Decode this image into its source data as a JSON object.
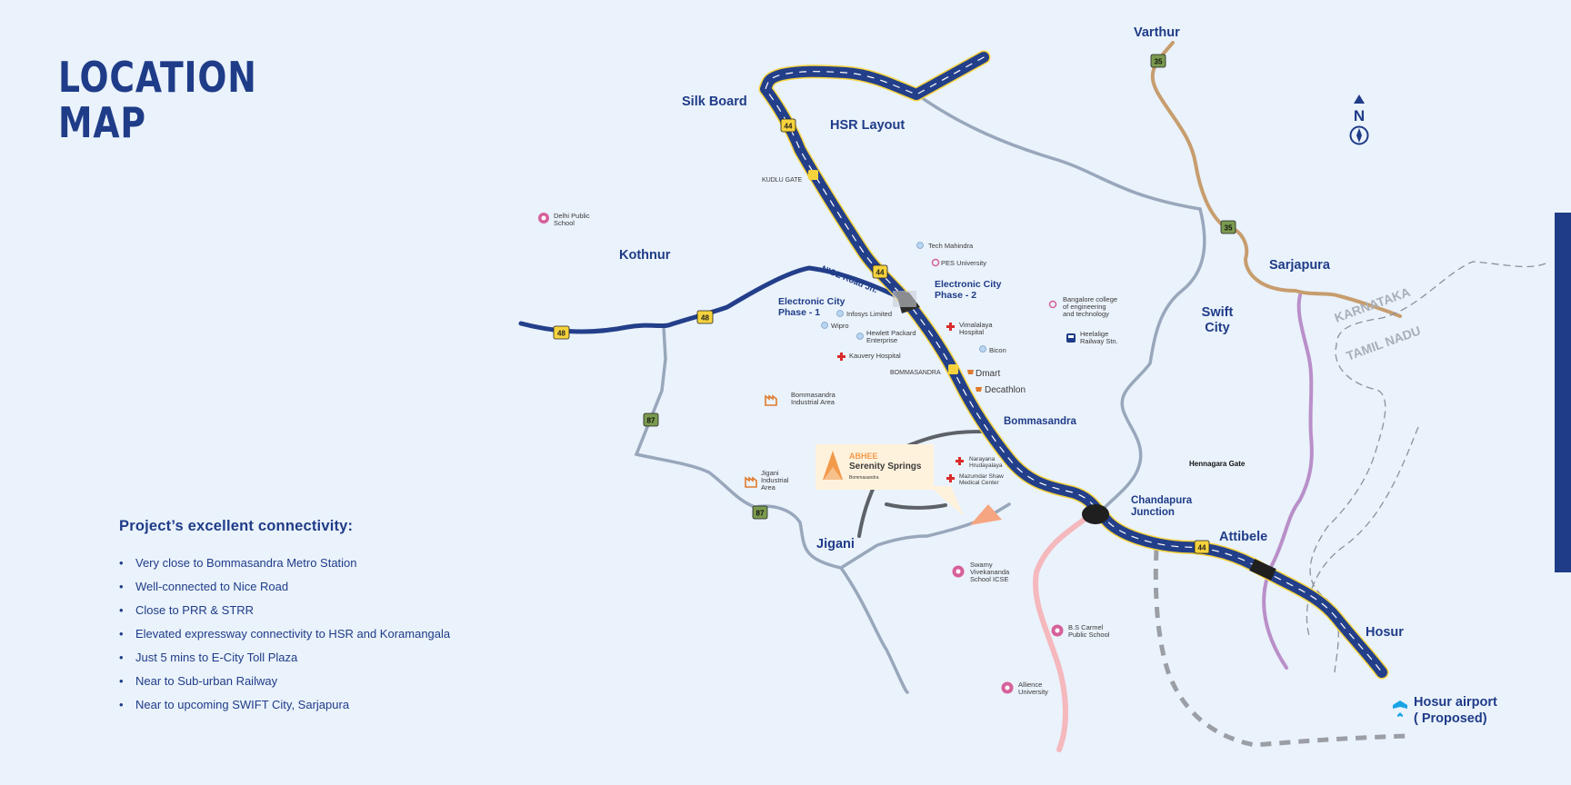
{
  "title": {
    "line1": "LOCATION",
    "line2": "MAP"
  },
  "connectivity": {
    "heading": "Project’s excellent connectivity:",
    "items": [
      "Very close to Bommasandra Metro Station",
      "Well-connected to Nice Road",
      "Close to PRR & STRR",
      "Elevated expressway connectivity to HSR and Koramangala",
      "Just 5 mins to E-City Toll Plaza",
      "Near to Sub-urban Railway",
      "Near to upcoming SWIFT City, Sarjapura"
    ]
  },
  "compass": {
    "label": "N"
  },
  "places": {
    "varthur": "Varthur",
    "silk_board": "Silk Board",
    "hsr": "HSR Layout",
    "kothnur": "Kothnur",
    "ec1_a": "Electronic City",
    "ec1_b": "Phase - 1",
    "ec2_a": "Electronic City",
    "ec2_b": "Phase - 2",
    "sarjapura": "Sarjapura",
    "swift_a": "Swift",
    "swift_b": "City",
    "karnataka": "KARNATAKA",
    "tamilnadu": "TAMIL NADU",
    "bommasandra": "Bommasandra",
    "hennagara": "Hennagara Gate",
    "chandapura_a": "Chandapura",
    "chandapura_b": "Junction",
    "attibele": "Attibele",
    "jigani": "Jigani",
    "hosur": "Hosur",
    "airport_a": "Hosur airport",
    "airport_b": "( Proposed)",
    "nice_road": "NICE Road Jn."
  },
  "pois": {
    "dps_a": "Delhi Public",
    "dps_b": "School",
    "tech_mahindra": "Tech Mahindra",
    "pes": "PES University",
    "infosys": "Infosys Limited",
    "wipro": "Wipro",
    "hp_a": "Hewlett Packard",
    "hp_b": "Enterprise",
    "kauvery": "Kauvery Hospital",
    "vimalalaya_a": "Vimalalaya",
    "vimalalaya_b": "Hospital",
    "biocon": "Bicon",
    "dmart": "Dmart",
    "decathlon": "Decathlon",
    "bangalore_college_a": "Bangalore college",
    "bangalore_college_b": "of engineering",
    "bangalore_college_c": "and technology",
    "heelalige_a": "Heelalige",
    "heelalige_b": "Railway Stn.",
    "bom_ind_a": "Bommasandra",
    "bom_ind_b": "Industrial Area",
    "jigani_ind_a": "Jigani",
    "jigani_ind_b": "Industrial",
    "jigani_ind_c": "Area",
    "narayana_a": "Narayana",
    "narayana_b": "Hrudayalaya",
    "mazumdar_a": "Mazumdar Shaw",
    "mazumdar_b": "Medical Center",
    "swamy_a": "Swamy",
    "swamy_b": "Vivekananda",
    "swamy_c": "School ICSE",
    "bs_carmel_a": "B.S Carmel",
    "bs_carmel_b": "Public School",
    "allience_a": "Allience",
    "allience_b": "University",
    "kudlu_gate": "KUDLU GATE",
    "bommasandra_metro": "BOMMASANDRA"
  },
  "project": {
    "brand": "ABHEE",
    "name": "Serenity Springs",
    "area": "Bommasandra"
  },
  "highway_shields": {
    "nh44": "44",
    "nh48": "48",
    "sh35": "35",
    "sh87": "87"
  },
  "colors": {
    "brand_navy": "#1f3c88",
    "highway_yellow": "#f6d33c",
    "state_road_green": "#7a9a4e",
    "sh35_road": "#c79d6e",
    "prr_purple": "#b98fc9",
    "pink_road": "#f4b8bd",
    "gray_road": "#98a7bb",
    "hospital_red": "#d92b2b",
    "school_pink": "#d6609a",
    "industry_orange": "#e07a2c",
    "project_orange": "#f29a4c",
    "airport_blue": "#1aa4e6"
  }
}
